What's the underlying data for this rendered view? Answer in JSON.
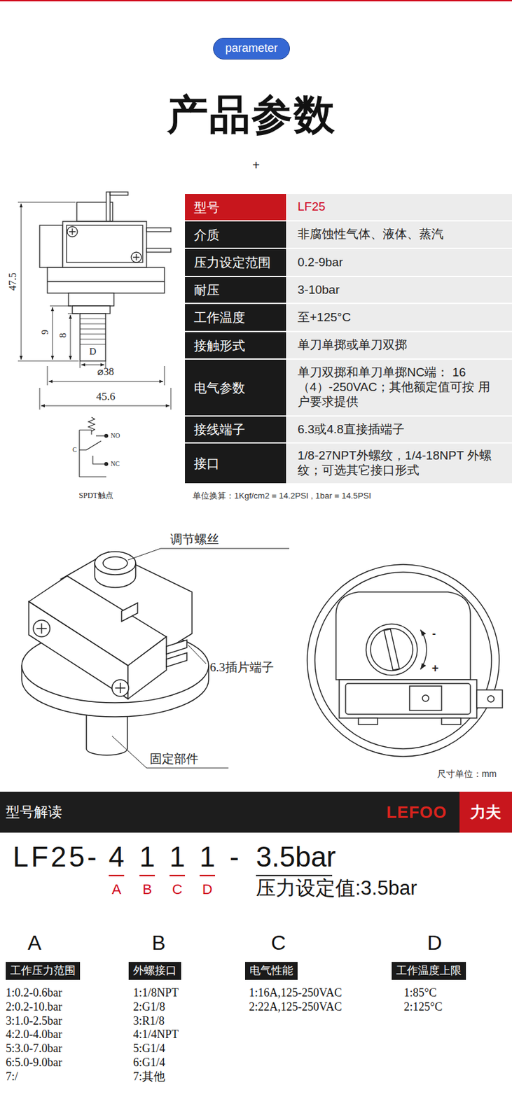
{
  "diagram": {
    "title": "产品参数",
    "nodes": [
      {
        "text": [
          "parameter"
        ]
      },
      {
        "text": [
          "型号解读",
          "LEFOO"
        ]
      },
      {
        "text": [
          "力夫"
        ],
        "in": 1
      },
      {
        "text": [
          "工作压力范围"
        ]
      },
      {
        "text": [
          "外螺接口"
        ]
      },
      {
        "text": [
          "电气性能"
        ]
      },
      {
        "text": [
          "工作温度上限"
        ]
      }
    ],
    "labels": [
      "+",
      "型号",
      "LF25",
      "介质",
      "非腐蚀性气体、液体、蒸汽",
      "压力设定范围",
      "0.2-9bar",
      "耐压",
      "3-10bar",
      "工作温度",
      "至+125°C",
      "接触形式",
      "单刀单掷或单刀双掷",
      "电气参数",
      "单刀双掷和单刀单掷NC端： 16（4）-250VAC；其他额定值可按 用户要求提供",
      "接线端子",
      "6.3或4.8直接插端子",
      "接口",
      "1/8-27NPT外螺纹，1/4-18NPT 外螺纹；可选其它接口形式",
      "单位换算：1Kgf/cm2 = 14.2PSI , 1bar = 14.5PSI",
      "47.5",
      "9",
      "8",
      "D",
      "⌀38",
      "45.6",
      "NO",
      "C",
      "NC",
      "SPDT触点",
      "调节螺丝",
      "6.3插片端子",
      "固定部件",
      "-",
      "+",
      "尺寸单位：mm",
      "LF25-",
      "4",
      "1",
      "1",
      "1",
      "-",
      "3.5bar",
      "A",
      "B",
      "C",
      "D",
      "压力设定值:3.5bar",
      "A",
      "B",
      "C",
      "D",
      "1:0.2-0.6bar",
      "2:0.2-10.bar",
      "3:1.0-2.5bar",
      "4:2.0-4.0bar",
      "5:3.0-7.0bar",
      "6:5.0-9.0bar",
      "7:/",
      "1:1/8NPT",
      "2:G1/8",
      "3:R1/8",
      "4:1/4NPT",
      "5:G1/4",
      "6:G1/4",
      "7:其他",
      "1:16A,125-250VAC",
      "2:22A,125-250VAC",
      "1:85°C",
      "2:125°C"
    ]
  }
}
